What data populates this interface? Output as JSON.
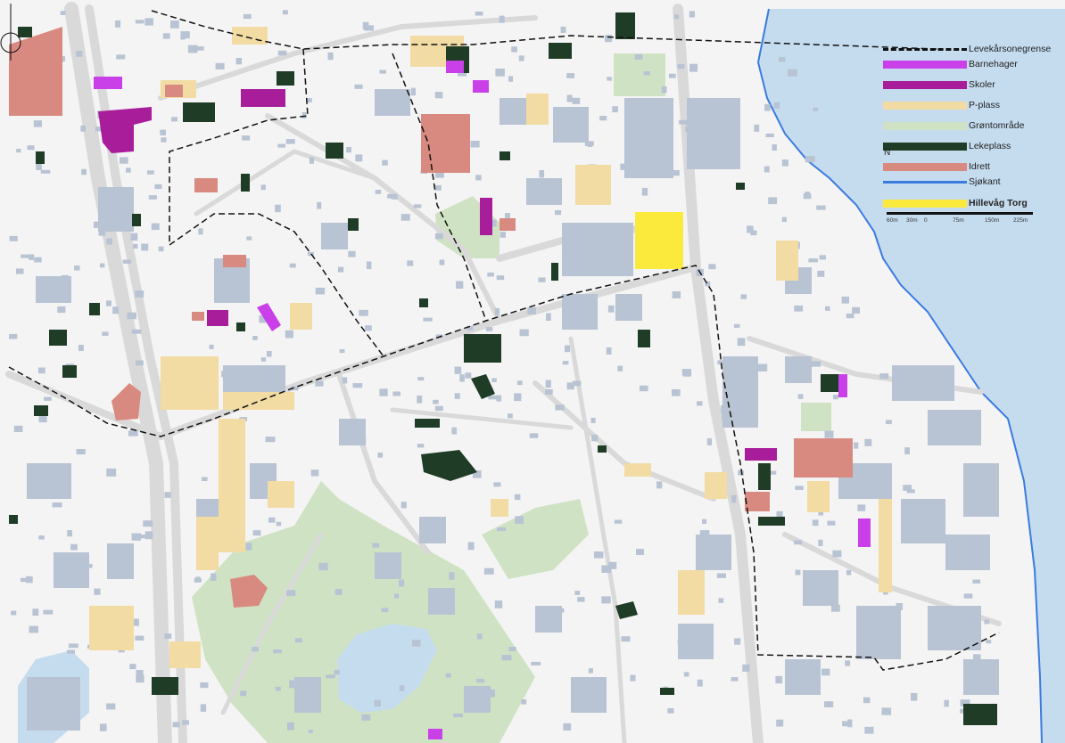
{
  "map": {
    "legend": [
      {
        "label": "Levekårsonegrense",
        "color": "#111111",
        "style": "dashed"
      },
      {
        "label": "Barnehager",
        "color": "#c940e8",
        "style": "fill"
      },
      {
        "label": "Skoler",
        "color": "#a81e9a",
        "style": "fill"
      },
      {
        "label": "P-plass",
        "color": "#f2dca4",
        "style": "fill"
      },
      {
        "label": "Grøntområde",
        "color": "#cfe3c4",
        "style": "fill"
      },
      {
        "label": "Lekeplass",
        "color": "#1f3d26",
        "style": "fill"
      },
      {
        "label": "Idrett",
        "color": "#d98a80",
        "style": "fill"
      },
      {
        "label": "Sjøkant",
        "color": "#3a7be0",
        "style": "line"
      },
      {
        "label": "Hillevåg Torg",
        "color": "#fbea3c",
        "style": "fill",
        "bold": true
      }
    ],
    "north_label": "N",
    "scale_labels": [
      "60m",
      "30m",
      "0",
      "75m",
      "150m",
      "225m"
    ],
    "colors": {
      "background": "#f4f4f4",
      "road": "#d9d9d9",
      "building": "#b8c3d3",
      "water": "#c5dcef",
      "shore": "#3a7be0"
    }
  }
}
